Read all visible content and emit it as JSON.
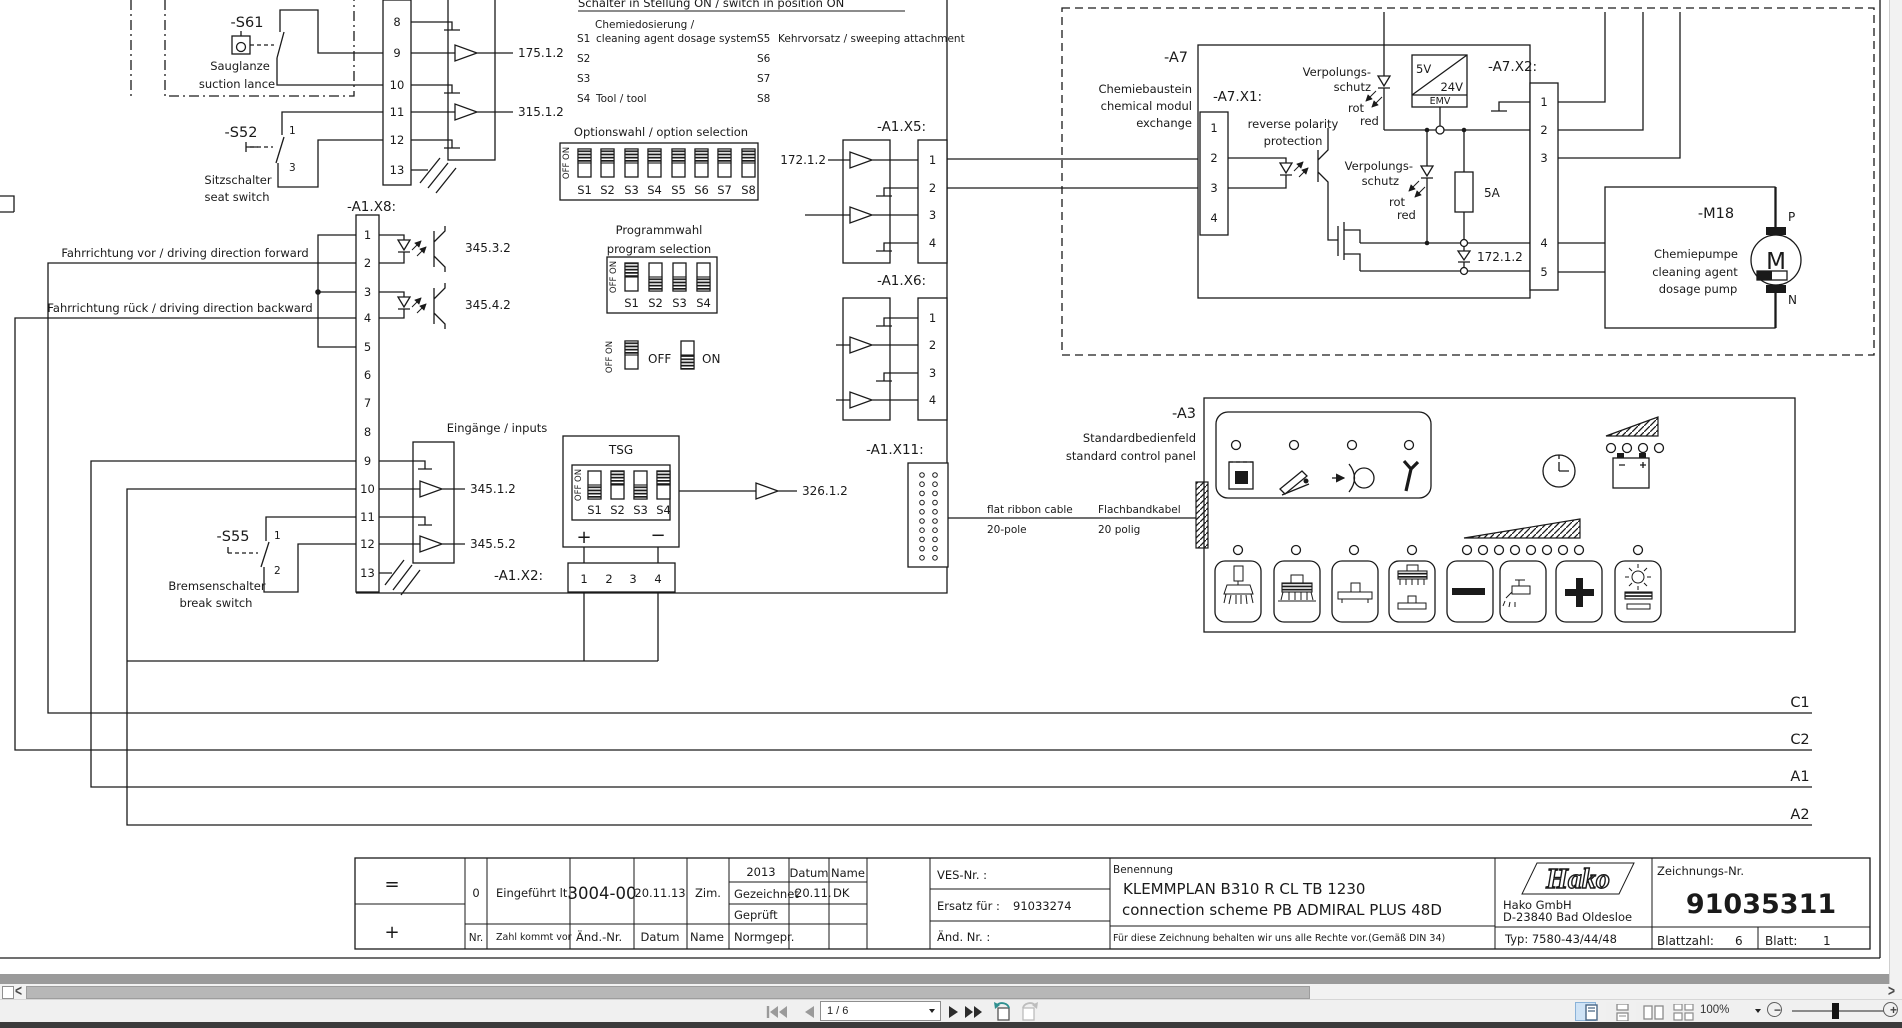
{
  "colors": {
    "toolbar_accent_teal": "#2e8f8f",
    "active_view_button_bg": "#cfe3f6",
    "drawing_ink": "#1a1a1a"
  },
  "viewer": {
    "page_indicator": "1 / 6",
    "zoom_level": "100%",
    "icons": [
      "first-page-icon",
      "previous-page-icon",
      "next-page-icon",
      "last-page-icon",
      "rotate-counterclockwise-icon",
      "rotate-clockwise-icon",
      "single-page-view-icon",
      "continuous-view-icon",
      "two-page-view-icon",
      "two-page-continuous-view-icon",
      "zoom-out-icon",
      "zoom-in-icon",
      "scroll-left-icon",
      "scroll-right-icon"
    ]
  },
  "diagram": {
    "switch_info": {
      "title": "Schalter in Stellung ON / switch in position ON",
      "subtitle": "Chemiedosierung /",
      "rows": [
        {
          "l": "S1",
          "ld": "cleaning agent dosage system",
          "r": "S5",
          "rd": "Kehrvorsatz / sweeping attachment"
        },
        {
          "l": "S2",
          "ld": "",
          "r": "S6",
          "rd": ""
        },
        {
          "l": "S3",
          "ld": "",
          "r": "S7",
          "rd": ""
        },
        {
          "l": "S4",
          "ld": "Tool / tool",
          "r": "S8",
          "rd": ""
        }
      ]
    },
    "s61": {
      "ref": "-S61",
      "de": "Sauglanze",
      "en": "suction lance"
    },
    "s52": {
      "ref": "-S52",
      "de": "Sitzschalter",
      "en": "seat switch",
      "pin_top": "1",
      "pin_bottom": "3"
    },
    "s55": {
      "ref": "-S55",
      "de": "Bremsenschalter",
      "en": "break switch",
      "pin_top": "1",
      "pin_bottom": "2"
    },
    "directions": {
      "forward": "Fahrrichtung vor / driving direction forward",
      "backward": "Fahrrichtung rück / driving direction backward"
    },
    "inputs_label": "Eingänge / inputs",
    "signals": {
      "s175": "175.1.2",
      "s315": "315.1.2",
      "s345_3": "345.3.2",
      "s345_4": "345.4.2",
      "s345_1": "345.1.2",
      "s345_5": "345.5.2",
      "s326": "326.1.2",
      "s172_x5": "172.1.2",
      "s172_a7": "172.1.2"
    },
    "dip": {
      "option": {
        "title": "Optionswahl / option selection",
        "axis": "OFF ON",
        "labels": [
          "S1",
          "S2",
          "S3",
          "S4",
          "S5",
          "S6",
          "S7",
          "S8"
        ],
        "states": [
          "off",
          "off",
          "off",
          "off",
          "off",
          "off",
          "off",
          "off"
        ]
      },
      "program": {
        "title_de": "Programmwahl",
        "title_en": "program selection",
        "axis": "OFF ON",
        "labels": [
          "S1",
          "S2",
          "S3",
          "S4"
        ],
        "states": [
          "off",
          "on",
          "on",
          "on"
        ]
      },
      "tsg": {
        "title": "TSG",
        "axis": "OFF ON",
        "labels": [
          "S1",
          "S2",
          "S3",
          "S4"
        ],
        "states": [
          "on",
          "off",
          "on",
          "off"
        ],
        "plus": "+",
        "minus": "−"
      },
      "legend": {
        "axis": "OFF ON",
        "off_label": "OFF",
        "on_label": "ON",
        "off_state": "off",
        "on_state": "on"
      }
    },
    "connectors": {
      "top": {
        "pins": [
          "8",
          "9",
          "10",
          "11",
          "12",
          "13"
        ]
      },
      "a1x8": {
        "label": "-A1.X8:",
        "pins": [
          "1",
          "2",
          "3",
          "4",
          "5",
          "6",
          "7",
          "8",
          "9",
          "10",
          "11",
          "12",
          "13"
        ]
      },
      "a1x2": {
        "label": "-A1.X2:",
        "pins": [
          "1",
          "2",
          "3",
          "4"
        ]
      },
      "a1x5": {
        "label": "-A1.X5:",
        "pins": [
          "1",
          "2",
          "3",
          "4"
        ]
      },
      "a1x6": {
        "label": "-A1.X6:",
        "pins": [
          "1",
          "2",
          "3",
          "4"
        ]
      },
      "a1x11": {
        "label": "-A1.X11:"
      },
      "a7x1": {
        "label": "-A7.X1:",
        "pins": [
          "1",
          "2",
          "3",
          "4"
        ]
      },
      "a7x2": {
        "label": "-A7.X2:",
        "pins": [
          "1",
          "2",
          "3",
          "4",
          "5"
        ]
      }
    },
    "a7": {
      "ref": "-A7",
      "desc": [
        "Chemiebaustein",
        "chemical modul",
        "exchange"
      ],
      "reverse": [
        "reverse polarity",
        "protection"
      ],
      "verpolung1": [
        "Verpolungs-",
        "schutz",
        "rot",
        "red"
      ],
      "verpolung2": [
        "Verpolungs-",
        "schutz",
        "rot",
        "red"
      ],
      "v5": "5V",
      "v24": "24V",
      "emv": "EMV",
      "fuse": "5A"
    },
    "m18": {
      "ref": "-M18",
      "desc": [
        "Chemiepumpe",
        "cleaning agent",
        "dosage pump"
      ],
      "motor": "M",
      "p": "P",
      "n": "N"
    },
    "ribbon": {
      "en1": "flat ribbon cable",
      "en2": "20-pole",
      "de1": "Flachbandkabel",
      "de2": "20 polig"
    },
    "panel": {
      "ref": "-A3",
      "de": "Standardbedienfeld",
      "en": "standard control panel",
      "indicator_icons": [
        "chemical-tank-icon",
        "squeegee-tilt-icon",
        "seat-occupancy-icon",
        "service-wrench-icon",
        "hour-meter-clock-icon",
        "battery-charge-icon"
      ],
      "buttons": [
        {
          "icon": "hand-tool-brush-icon"
        },
        {
          "icon": "scrub-deck-icon"
        },
        {
          "icon": "suction-bar-icon"
        },
        {
          "icon": "scrub-and-suction-icon"
        },
        {
          "icon": "minus-icon"
        },
        {
          "icon": "water-supply-icon"
        },
        {
          "icon": "plus-icon"
        },
        {
          "icon": "boost-mode-icon"
        }
      ]
    },
    "buses": [
      "C1",
      "C2",
      "A1",
      "A2"
    ]
  },
  "titleblock": {
    "eq": "=",
    "plus": "+",
    "rev": "0",
    "introduced": "Eingeführt lt.",
    "change": "3004-00",
    "date": "20.11.13",
    "name": "Zim.",
    "nr": "Nr.",
    "zahl": "Zahl kommt vor",
    "aend": "Änd.-Nr.",
    "datum": "Datum",
    "name_col": "Name",
    "year": "2013",
    "datum2": "Datum",
    "name2": "Name",
    "drawn": "Gezeichnet",
    "drawn_date": "20.11.",
    "drawn_name": "DK",
    "checked": "Geprüft",
    "norm": "Normgepr.",
    "ves": "VES-Nr. :",
    "ersatz": "Ersatz für :",
    "ersatz_no": "91033274",
    "aend_nr": "Änd. Nr. :",
    "benennung": "Benennung",
    "title_de": "KLEMMPLAN B310 R CL TB 1230",
    "title_en": "connection scheme PB ADMIRAL PLUS 48D",
    "rights": "Für diese Zeichnung behalten wir uns alle Rechte vor.(Gemäß DIN 34)",
    "logo": "Hako",
    "company": "Hako GmbH",
    "city": "D-23840 Bad Oldesloe",
    "typ": "Typ: 7580-43/44/48",
    "dwg_label": "Zeichnungs-Nr.",
    "dwg_no": "91035311",
    "sheets_label": "Blattzahl:",
    "sheets": "6",
    "sheet_label": "Blatt:",
    "sheet": "1"
  }
}
